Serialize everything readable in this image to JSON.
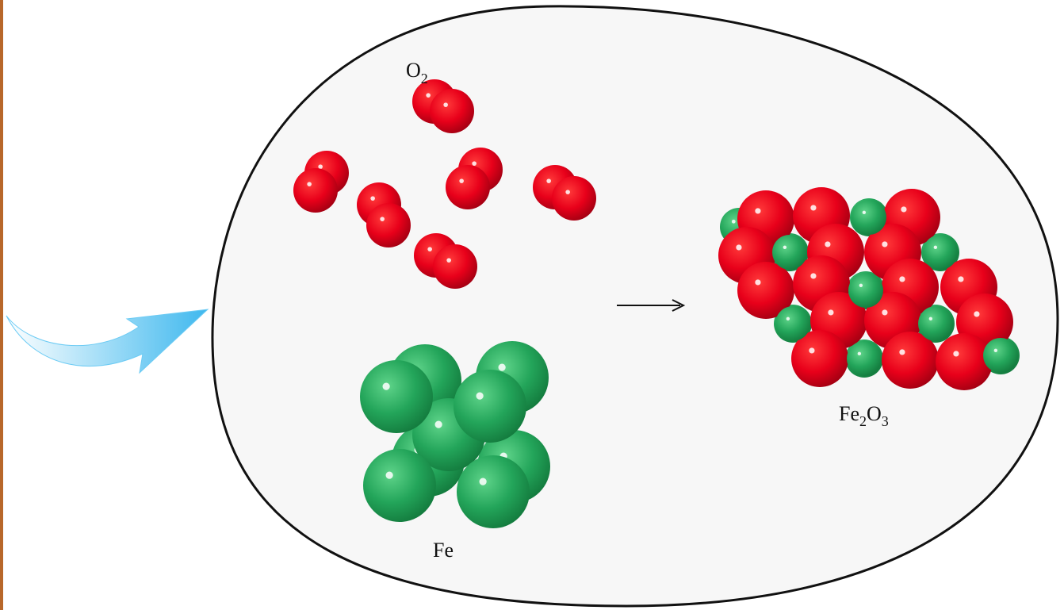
{
  "labels": {
    "oxygen": "O",
    "oxygen_sub": "2",
    "iron": "Fe",
    "product_a": "Fe",
    "product_a_sub": "2",
    "product_b": "O",
    "product_b_sub": "3"
  },
  "colors": {
    "oxygen_atom": "#e8001a",
    "iron_atom": "#23a55a",
    "arrow": "#3fb8ee",
    "panel_fill": "#f7f7f7",
    "panel_stroke": "#111111"
  },
  "icons": {
    "reaction_arrow": "long-right-arrow-icon",
    "entry_arrow": "curved-arrow-icon"
  }
}
